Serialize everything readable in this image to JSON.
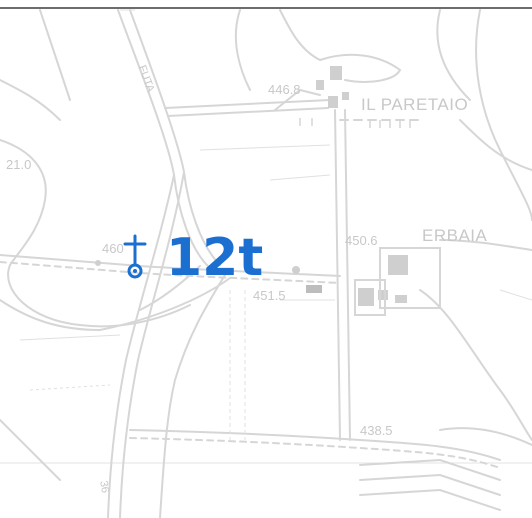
{
  "places": {
    "paretaio": "IL PARETAIO",
    "erbaia": "ERBAIA"
  },
  "elevations": {
    "e1": "446.8",
    "e2": "21.0",
    "e3": "450.6",
    "e4": "451.5",
    "e5": "438.5",
    "e6": "460"
  },
  "roads": {
    "futa": "FUTA",
    "r36": "36"
  },
  "marker": {
    "label": "12t",
    "icon": "bus-stop-pin-icon",
    "color": "#1a6fd1"
  },
  "colors": {
    "map_lines": "#d4d4d4",
    "labels": "#c8c8c8"
  }
}
